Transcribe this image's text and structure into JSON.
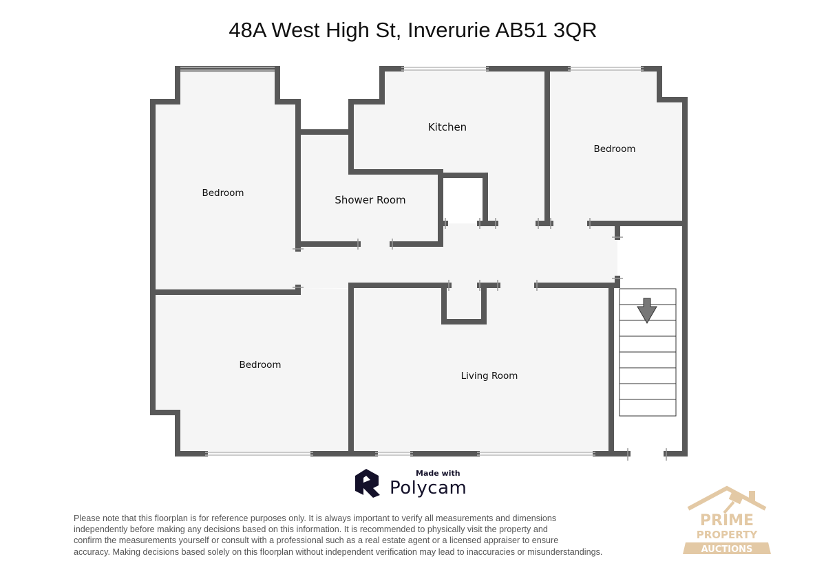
{
  "title": "48A West High St, Inverurie AB51 3QR",
  "rooms": {
    "bedroom_left_top": "Bedroom",
    "shower": "Shower Room",
    "kitchen": "Kitchen",
    "bedroom_right": "Bedroom",
    "bedroom_left_bottom": "Bedroom",
    "living": "Living Room"
  },
  "polycam": {
    "made_with": "Made with",
    "name": "Polycam"
  },
  "logo": {
    "line1": "PRIME",
    "line2": "PROPERTY",
    "line3": "AUCTIONS"
  },
  "disclaimer": [
    "Please note that this floorplan is for reference purposes only. It is always important to verify all measurements and dimensions",
    "independently before making any decisions based on this information. It is recommended to physically visit the property and",
    "confirm the measurements yourself or consult with a professional such as a real estate agent or a licensed appraiser to ensure",
    "accuracy. Making decisions based solely on this floorplan without independent verification may lead to inaccuracies or misunderstandings."
  ],
  "colors": {
    "wall": "#585858",
    "room": "#f5f5f5",
    "logo": "#e3c9a5",
    "polycam": "#14112a"
  }
}
